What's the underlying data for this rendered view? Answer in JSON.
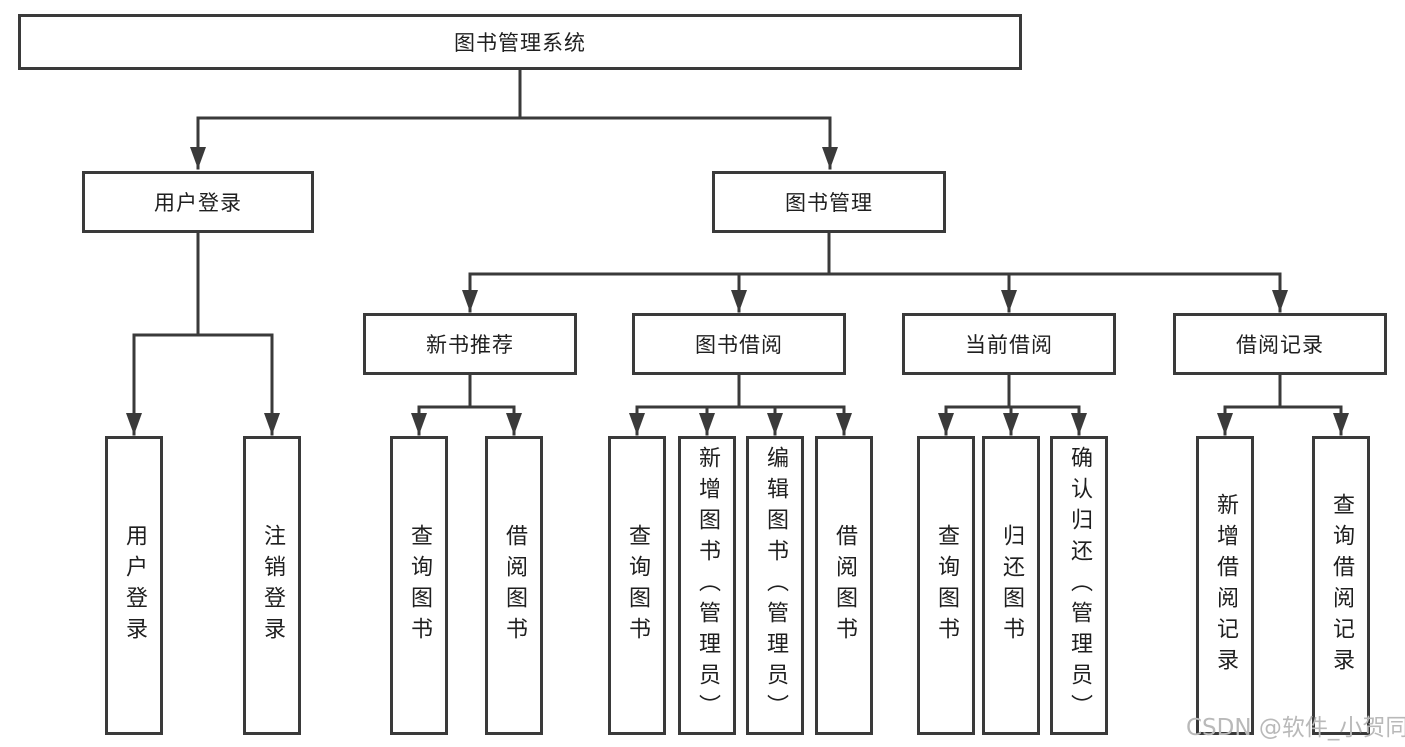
{
  "diagram_title": "图书管理系统",
  "watermark": "CSDN @软件_小贺同学",
  "nodes": [
    {
      "id": "root",
      "label": "图书管理系统",
      "level": 1,
      "parent": null
    },
    {
      "id": "user-login",
      "label": "用户登录",
      "level": 2,
      "parent": "root"
    },
    {
      "id": "book-management",
      "label": "图书管理",
      "level": 2,
      "parent": "root"
    },
    {
      "id": "new-book-recommend",
      "label": "新书推荐",
      "level": 3,
      "parent": "book-management"
    },
    {
      "id": "book-borrowing",
      "label": "图书借阅",
      "level": 3,
      "parent": "book-management"
    },
    {
      "id": "current-borrowing",
      "label": "当前借阅",
      "level": 3,
      "parent": "book-management"
    },
    {
      "id": "borrowing-records",
      "label": "借阅记录",
      "level": 3,
      "parent": "book-management"
    },
    {
      "id": "leaf-user-login",
      "label": "用户登录",
      "level": 4,
      "parent": "user-login"
    },
    {
      "id": "leaf-logout",
      "label": "注销登录",
      "level": 4,
      "parent": "user-login"
    },
    {
      "id": "leaf-query-books-1",
      "label": "查询图书",
      "level": 4,
      "parent": "new-book-recommend"
    },
    {
      "id": "leaf-borrow-books-1",
      "label": "借阅图书",
      "level": 4,
      "parent": "new-book-recommend"
    },
    {
      "id": "leaf-query-books-2",
      "label": "查询图书",
      "level": 4,
      "parent": "book-borrowing"
    },
    {
      "id": "leaf-add-books",
      "label": "新增图书（管理员）",
      "level": 4,
      "parent": "book-borrowing"
    },
    {
      "id": "leaf-edit-books",
      "label": "编辑图书（管理员）",
      "level": 4,
      "parent": "book-borrowing"
    },
    {
      "id": "leaf-borrow-books-2",
      "label": "借阅图书",
      "level": 4,
      "parent": "book-borrowing"
    },
    {
      "id": "leaf-query-books-3",
      "label": "查询图书",
      "level": 4,
      "parent": "current-borrowing"
    },
    {
      "id": "leaf-return-books",
      "label": "归还图书",
      "level": 4,
      "parent": "current-borrowing"
    },
    {
      "id": "leaf-confirm-return",
      "label": "确认归还（管理员）",
      "level": 4,
      "parent": "current-borrowing"
    },
    {
      "id": "leaf-add-record",
      "label": "新增借阅记录",
      "level": 4,
      "parent": "borrowing-records"
    },
    {
      "id": "leaf-query-record",
      "label": "查询借阅记录",
      "level": 4,
      "parent": "borrowing-records"
    }
  ]
}
